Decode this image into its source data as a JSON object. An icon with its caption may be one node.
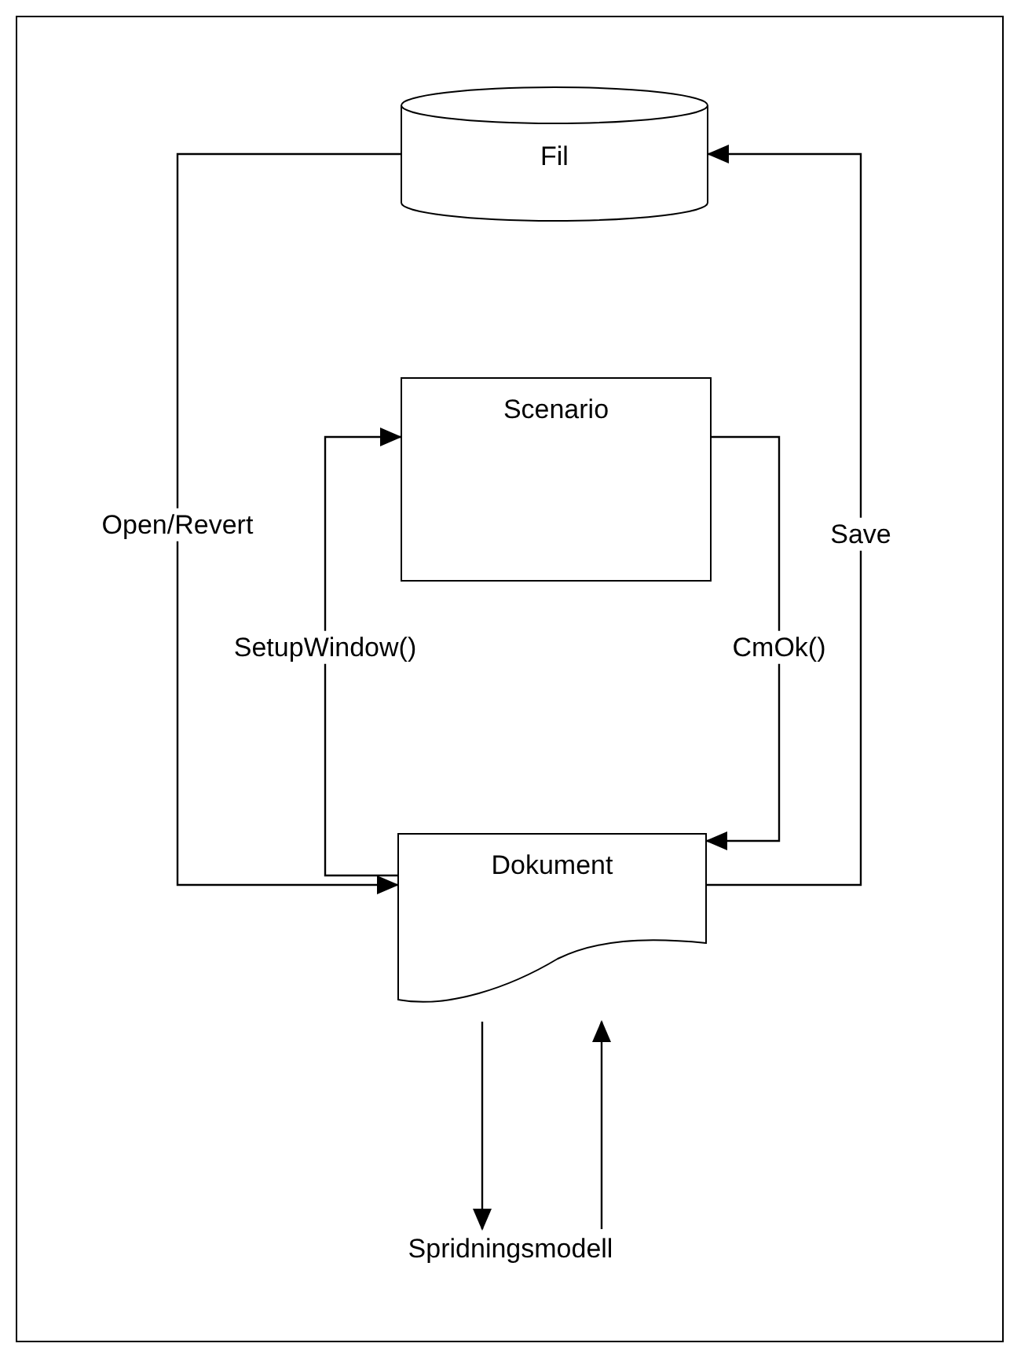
{
  "diagram": {
    "nodes": [
      {
        "text": [
          "Fil"
        ]
      },
      {
        "text": [
          "Scenario"
        ]
      },
      {
        "text": [
          "Dokument"
        ]
      },
      {
        "text": [
          "Spridningsmodell"
        ]
      }
    ],
    "edges": [
      {
        "from": 0,
        "to": 2,
        "arrow": "to",
        "label": "Open/Revert"
      },
      {
        "from": 2,
        "to": 0,
        "arrow": "to",
        "label": "Save"
      },
      {
        "from": 2,
        "to": 1,
        "arrow": "to",
        "label": "SetupWindow()"
      },
      {
        "from": 1,
        "to": 2,
        "arrow": "to",
        "label": "CmOk()"
      },
      {
        "from": 2,
        "to": 3,
        "arrow": "to"
      },
      {
        "from": 3,
        "to": 2,
        "arrow": "to"
      }
    ]
  }
}
